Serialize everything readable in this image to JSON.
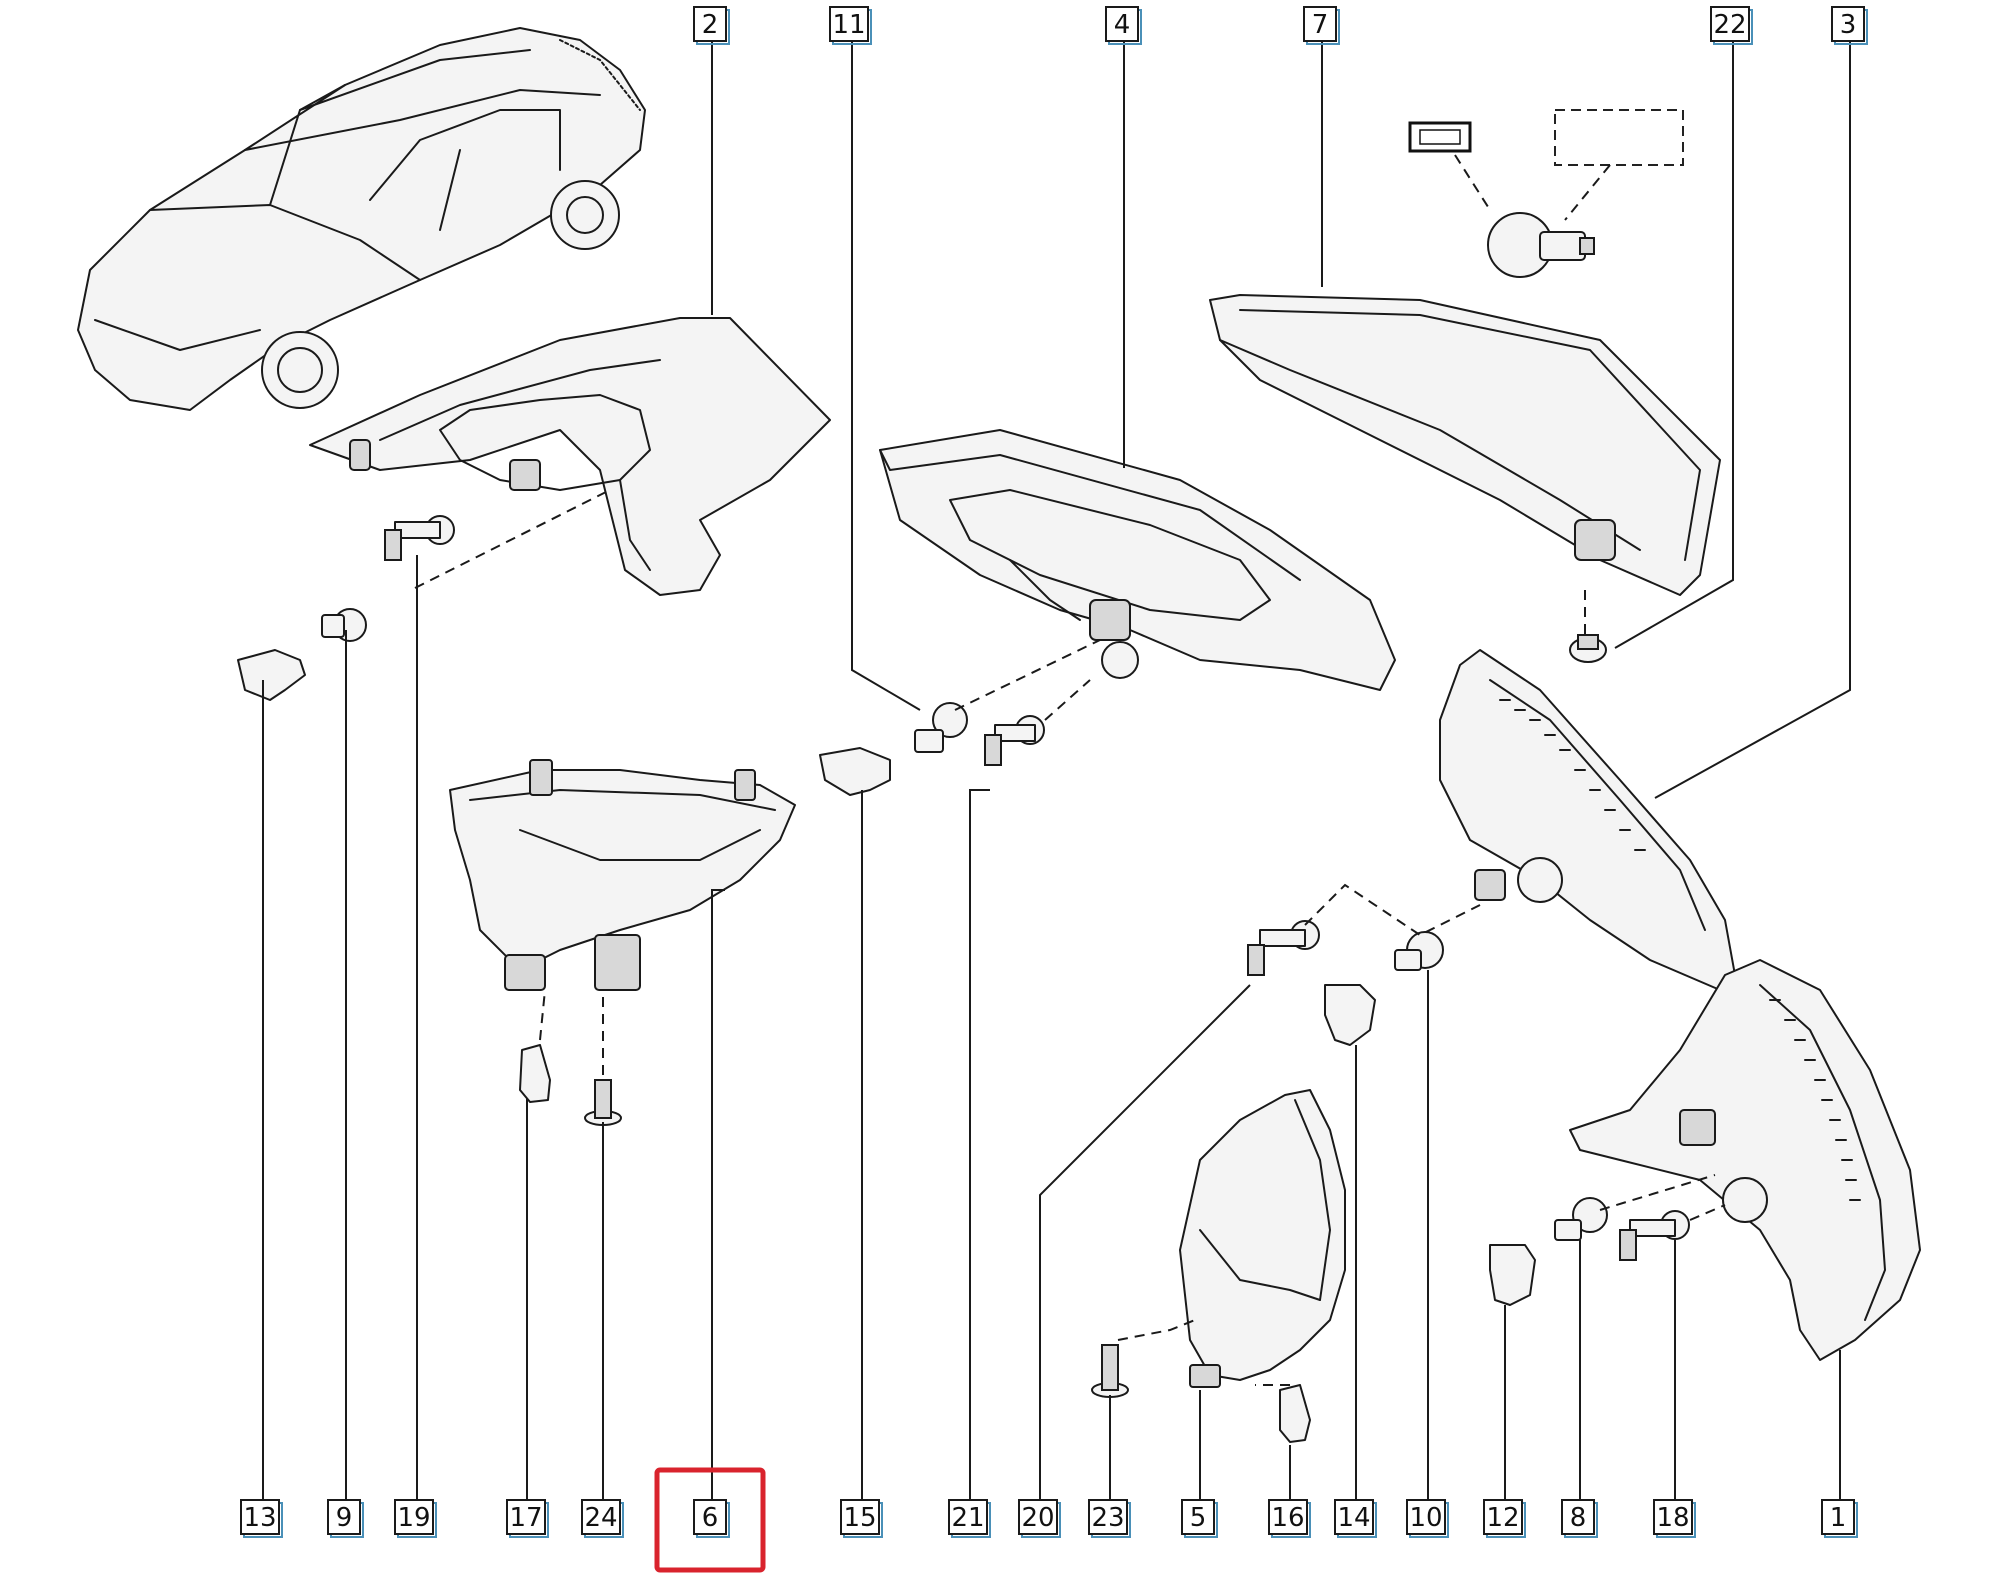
{
  "diagram": {
    "top_callouts": [
      "2",
      "11",
      "4",
      "7",
      "22",
      "3"
    ],
    "bottom_callouts": [
      "13",
      "9",
      "19",
      "17",
      "24",
      "6",
      "15",
      "21",
      "20",
      "23",
      "5",
      "16",
      "14",
      "10",
      "12",
      "8",
      "18",
      "1"
    ],
    "highlighted_callout": "6",
    "highlight_color": "#d9232d",
    "callout_border_color": "#4a90b8"
  }
}
